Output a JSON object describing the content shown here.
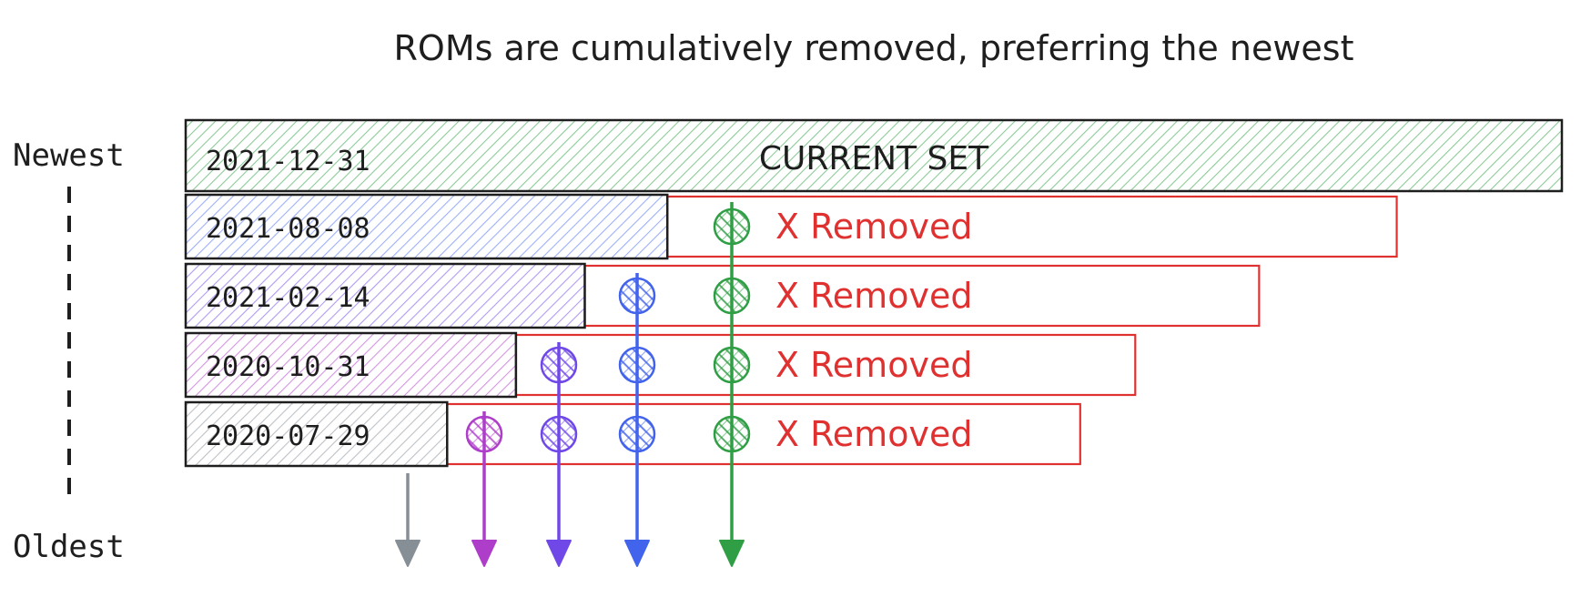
{
  "title": "ROMs are cumulatively removed, preferring the newest",
  "axis": {
    "top_label": "Newest",
    "bottom_label": "Oldest"
  },
  "current": {
    "date": "2021-12-31",
    "label": "CURRENT SET",
    "color": "#2f9e44"
  },
  "removed_label": "X Removed",
  "removed_color": "#e03131",
  "rows": [
    {
      "date": "2021-08-08",
      "color": "#4c6ef5",
      "fill": 0.35,
      "red_end": 0.88,
      "dots": [
        "#2f9e44"
      ]
    },
    {
      "date": "2021-02-14",
      "color": "#7048e8",
      "fill": 0.29,
      "red_end": 0.78,
      "dots": [
        "#4263eb",
        "#2f9e44"
      ]
    },
    {
      "date": "2020-10-31",
      "color": "#ae3ec9",
      "fill": 0.24,
      "red_end": 0.69,
      "dots": [
        "#7048e8",
        "#4263eb",
        "#2f9e44"
      ]
    },
    {
      "date": "2020-07-29",
      "color": "#868e96",
      "fill": 0.19,
      "red_end": 0.65,
      "dots": [
        "#ae3ec9",
        "#7048e8",
        "#4263eb",
        "#2f9e44"
      ]
    }
  ],
  "arrows": [
    "#868e96",
    "#ae3ec9",
    "#7048e8",
    "#4263eb",
    "#2f9e44"
  ]
}
